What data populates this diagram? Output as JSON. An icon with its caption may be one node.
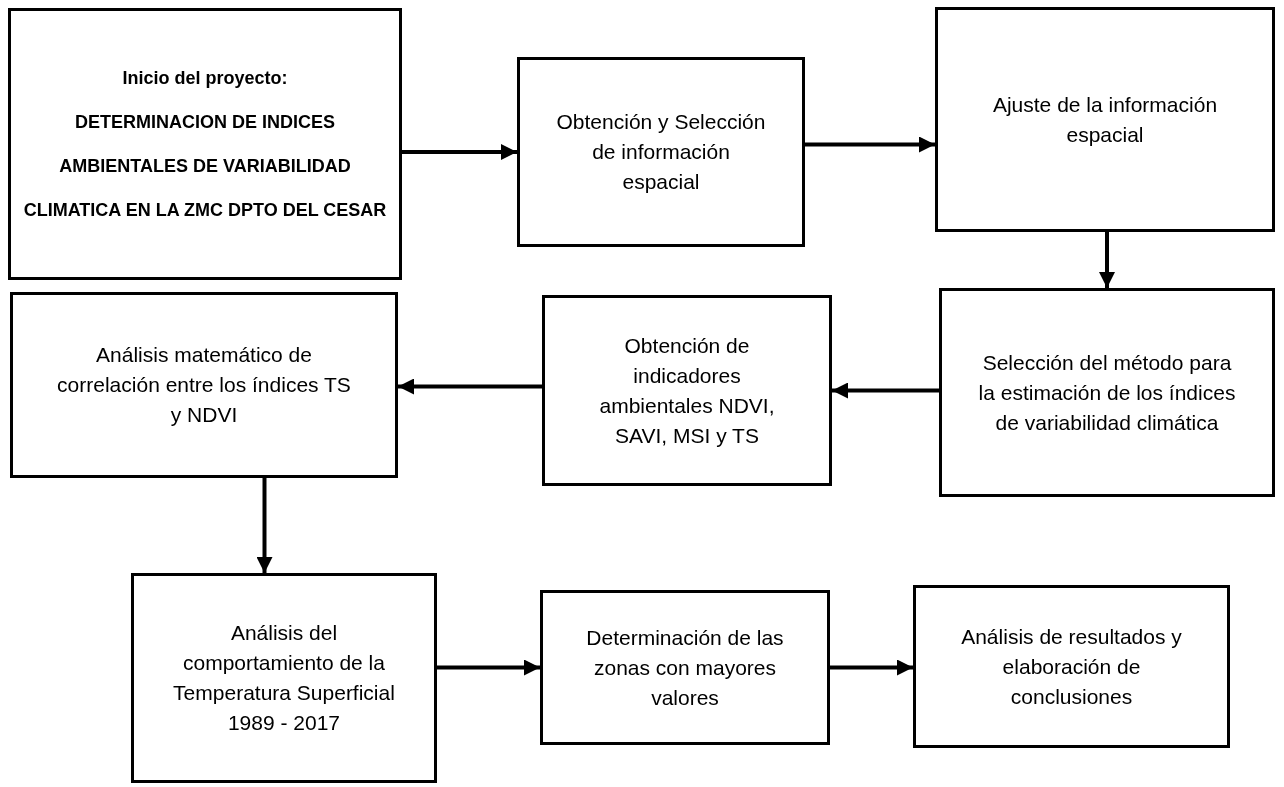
{
  "diagram": {
    "nodes": [
      {
        "text": [
          "Inicio del proyecto:",
          "DETERMINACION DE INDICES AMBIENTALES DE VARIABILIDAD CLIMATICA EN LA ZMC DPTO DEL CESAR"
        ]
      },
      {
        "text": [
          "Obtención y Selección de información espacial"
        ]
      },
      {
        "text": [
          "Ajuste de la información espacial"
        ]
      },
      {
        "text": [
          "Selección del método para la estimación de los índices de variabilidad climática"
        ]
      },
      {
        "text": [
          "Obtención de indicadores ambientales NDVI, SAVI, MSI y TS"
        ]
      },
      {
        "text": [
          "Análisis matemático de correlación entre los índices TS y NDVI"
        ]
      },
      {
        "text": [
          "Análisis del comportamiento de la Temperatura Superficial 1989 - 2017"
        ]
      },
      {
        "text": [
          "Determinación de las zonas con mayores valores"
        ]
      },
      {
        "text": [
          "Análisis de resultados y elaboración de conclusiones"
        ]
      }
    ],
    "edges": [
      {
        "from": 0,
        "to": 1,
        "arrow": "to"
      },
      {
        "from": 1,
        "to": 2,
        "arrow": "to"
      },
      {
        "from": 2,
        "to": 3,
        "arrow": "to"
      },
      {
        "from": 3,
        "to": 4,
        "arrow": "to"
      },
      {
        "from": 4,
        "to": 5,
        "arrow": "to"
      },
      {
        "from": 5,
        "to": 6,
        "arrow": "to"
      },
      {
        "from": 6,
        "to": 7,
        "arrow": "to"
      },
      {
        "from": 7,
        "to": 8,
        "arrow": "to"
      }
    ]
  }
}
